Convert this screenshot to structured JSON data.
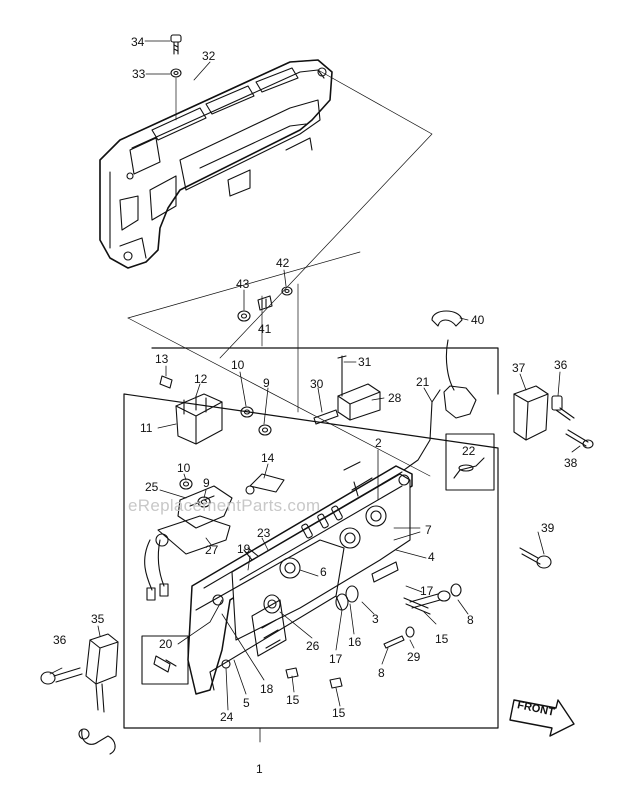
{
  "diagram": {
    "watermark": "eReplacementParts.com",
    "front_label": "FRONT",
    "callouts": [
      {
        "id": "c34",
        "text": "34"
      },
      {
        "id": "c33",
        "text": "33"
      },
      {
        "id": "c32",
        "text": "32"
      },
      {
        "id": "c42",
        "text": "42"
      },
      {
        "id": "c43",
        "text": "43"
      },
      {
        "id": "c41",
        "text": "41"
      },
      {
        "id": "c40",
        "text": "40"
      },
      {
        "id": "c13",
        "text": "13"
      },
      {
        "id": "c10a",
        "text": "10"
      },
      {
        "id": "c9a",
        "text": "9"
      },
      {
        "id": "c12",
        "text": "12"
      },
      {
        "id": "c11",
        "text": "11"
      },
      {
        "id": "c31",
        "text": "31"
      },
      {
        "id": "c30",
        "text": "30"
      },
      {
        "id": "c28",
        "text": "28"
      },
      {
        "id": "c21",
        "text": "21"
      },
      {
        "id": "c37",
        "text": "37"
      },
      {
        "id": "c36a",
        "text": "36"
      },
      {
        "id": "c38",
        "text": "38"
      },
      {
        "id": "c14",
        "text": "14"
      },
      {
        "id": "c2",
        "text": "2"
      },
      {
        "id": "c22",
        "text": "22"
      },
      {
        "id": "c10b",
        "text": "10"
      },
      {
        "id": "c9b",
        "text": "9"
      },
      {
        "id": "c25",
        "text": "25"
      },
      {
        "id": "c7",
        "text": "7"
      },
      {
        "id": "c39",
        "text": "39"
      },
      {
        "id": "c23",
        "text": "23"
      },
      {
        "id": "c4",
        "text": "4"
      },
      {
        "id": "c27",
        "text": "27"
      },
      {
        "id": "c19",
        "text": "19"
      },
      {
        "id": "c6",
        "text": "6"
      },
      {
        "id": "c17",
        "text": "17"
      },
      {
        "id": "c8a",
        "text": "8"
      },
      {
        "id": "c35",
        "text": "35"
      },
      {
        "id": "c3",
        "text": "3"
      },
      {
        "id": "c15a",
        "text": "15"
      },
      {
        "id": "c20",
        "text": "20"
      },
      {
        "id": "c26",
        "text": "26"
      },
      {
        "id": "c17b",
        "text": "17"
      },
      {
        "id": "c16",
        "text": "16"
      },
      {
        "id": "c29",
        "text": "29"
      },
      {
        "id": "c36b",
        "text": "36"
      },
      {
        "id": "c18",
        "text": "18"
      },
      {
        "id": "c8b",
        "text": "8"
      },
      {
        "id": "c15b",
        "text": "15"
      },
      {
        "id": "c5",
        "text": "5"
      },
      {
        "id": "c24",
        "text": "24"
      },
      {
        "id": "c15c",
        "text": "15"
      },
      {
        "id": "c1",
        "text": "1"
      }
    ]
  }
}
